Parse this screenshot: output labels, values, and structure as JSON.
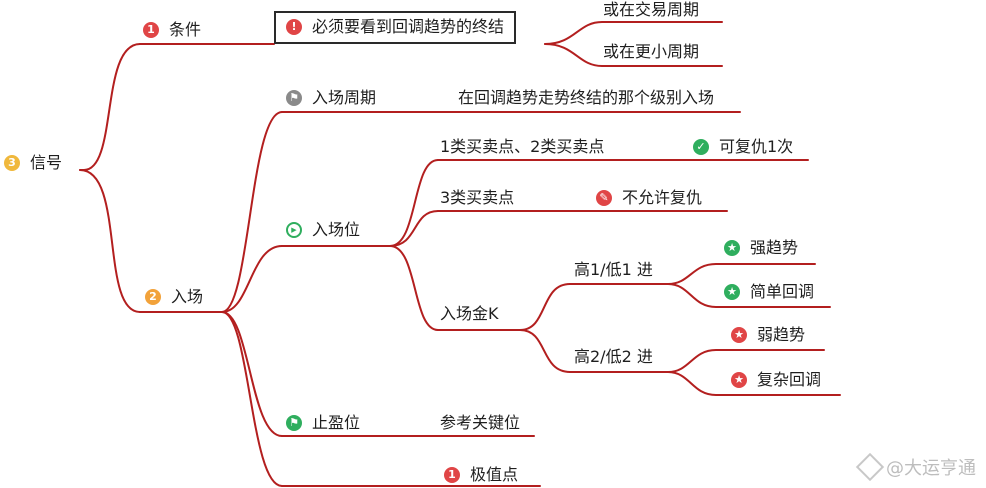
{
  "colors": {
    "link": "#b31f1f",
    "red": "#e04546",
    "green": "#2fae5e",
    "orange": "#f2a23a",
    "grey": "#8a8a8a"
  },
  "nodes": {
    "root": {
      "icon": "number-3-badge",
      "label": "信号"
    },
    "condition": {
      "icon": "number-1-badge",
      "label": "条件"
    },
    "must_see": {
      "icon": "exclamation-badge",
      "label": "必须要看到回调趋势的终结"
    },
    "trade_period": {
      "label": "或在交易周期"
    },
    "smaller_period": {
      "label": "或在更小周期"
    },
    "entry": {
      "icon": "number-2-badge",
      "label": "入场"
    },
    "entry_period": {
      "icon": "flag-icon",
      "label": "入场周期"
    },
    "entry_period_desc": {
      "label": "在回调趋势走势终结的那个级别入场"
    },
    "entry_position": {
      "icon": "play-icon",
      "label": "入场位"
    },
    "bs12": {
      "label": "1类买卖点、2类买卖点"
    },
    "repeatable": {
      "icon": "check-icon",
      "label": "可复仇1次"
    },
    "bs3": {
      "label": "3类买卖点"
    },
    "not_repeatable": {
      "icon": "pin-icon",
      "label": "不允许复仇"
    },
    "entry_k": {
      "label": "入场金K"
    },
    "high1": {
      "label": "高1/低1 进"
    },
    "strong_trend": {
      "icon": "star-icon",
      "label": "强趋势"
    },
    "simple_pullback": {
      "icon": "star-icon",
      "label": "简单回调"
    },
    "high2": {
      "label": "高2/低2 进"
    },
    "weak_trend": {
      "icon": "star-icon",
      "label": "弱趋势"
    },
    "complex_pullback": {
      "icon": "star-icon",
      "label": "复杂回调"
    },
    "take_profit": {
      "icon": "flag-icon",
      "label": "止盈位"
    },
    "key_level": {
      "label": "参考关键位"
    },
    "extreme": {
      "icon": "number-1-badge",
      "label": "极值点"
    }
  },
  "watermark": {
    "text": "@大运亨通"
  }
}
